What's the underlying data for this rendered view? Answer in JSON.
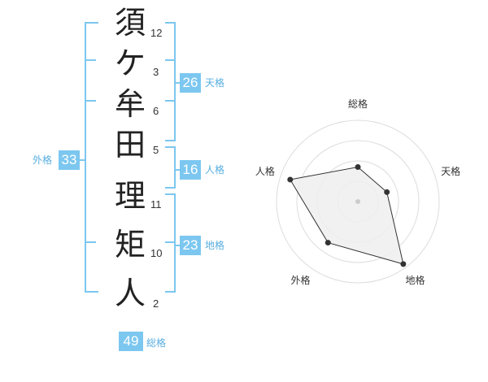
{
  "characters": [
    {
      "char": "須",
      "strokes": "12"
    },
    {
      "char": "ケ",
      "strokes": "3"
    },
    {
      "char": "牟",
      "strokes": "6"
    },
    {
      "char": "田",
      "strokes": "5"
    },
    {
      "char": "理",
      "strokes": "11"
    },
    {
      "char": "矩",
      "strokes": "10"
    },
    {
      "char": "人",
      "strokes": "2"
    }
  ],
  "fortunes": {
    "tenkaku": {
      "value": "26",
      "label": "天格"
    },
    "jinkaku": {
      "value": "16",
      "label": "人格"
    },
    "chikaku": {
      "value": "23",
      "label": "地格"
    },
    "gaikaku": {
      "value": "33",
      "label": "外格"
    },
    "soukaku": {
      "value": "49",
      "label": "総格"
    }
  },
  "colors": {
    "accent": "#7cc7f0",
    "label_text": "#59aee0"
  },
  "chart_data": {
    "type": "radar",
    "axes": [
      "総格",
      "天格",
      "地格",
      "外格",
      "人格"
    ],
    "scale_max": 4,
    "rings": 4,
    "values": [
      1.7,
      1.5,
      3.8,
      2.5,
      3.5
    ]
  }
}
